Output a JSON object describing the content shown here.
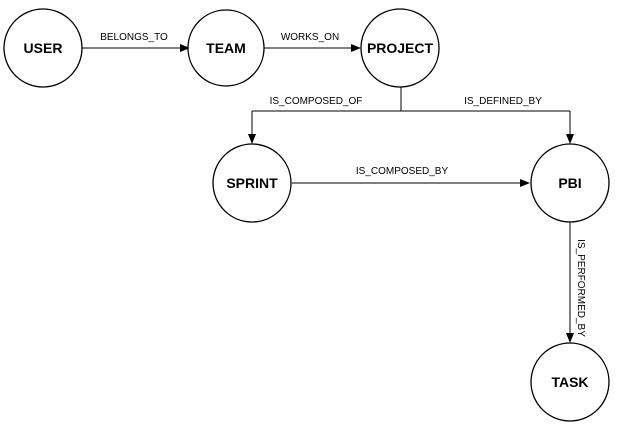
{
  "diagram": {
    "nodes": {
      "user": "USER",
      "team": "TEAM",
      "project": "PROJECT",
      "sprint": "SPRINT",
      "pbi": "PBI",
      "task": "TASK"
    },
    "edges": {
      "belongs_to": "BELONGS_TO",
      "works_on": "WORKS_ON",
      "is_composed_of": "IS_COMPOSED_OF",
      "is_defined_by": "IS_DEFINED_BY",
      "is_composed_by": "IS_COMPOSED_BY",
      "is_performed_by": "IS_PERFORMED_BY"
    }
  }
}
